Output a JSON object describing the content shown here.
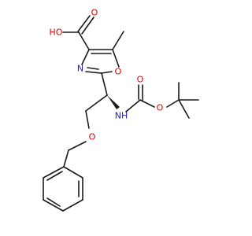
{
  "molecule": {
    "labels": {
      "hydroxyl": "HO",
      "acid_carbonyl_o": "O",
      "oxazole_n": "N",
      "oxazole_o": "O",
      "nh": "NH",
      "carbamate_carbonyl_o": "O",
      "carbamate_ester_o": "O",
      "ether_o": "O"
    },
    "colors": {
      "bond": "#1a1a1a",
      "oxygen": "#e00000",
      "nitrogen": "#2020c8",
      "background": "#ffffff"
    }
  }
}
